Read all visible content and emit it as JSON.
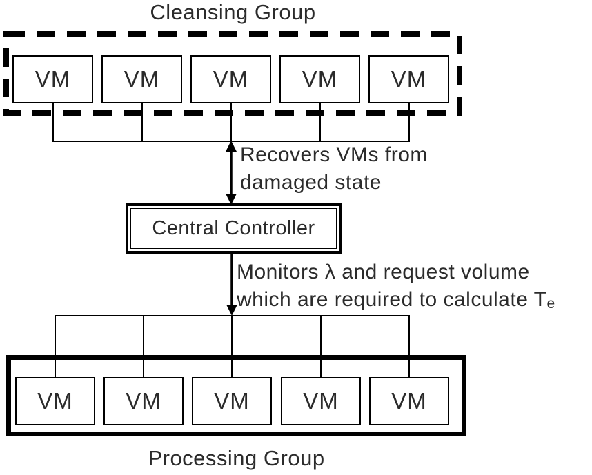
{
  "cleansing_group": {
    "title": "Cleansing Group",
    "vms": [
      "VM",
      "VM",
      "VM",
      "VM",
      "VM"
    ]
  },
  "central_controller": {
    "label": "Central Controller"
  },
  "annotations": {
    "recovers": {
      "line1": "Recovers VMs from",
      "line2": "damaged state"
    },
    "monitors": {
      "line1": "Monitors λ and request volume",
      "line2": "which are required to calculate T",
      "line2_subscript": "e"
    }
  },
  "processing_group": {
    "title": "Processing Group",
    "vms": [
      "VM",
      "VM",
      "VM",
      "VM",
      "VM"
    ]
  },
  "colors": {
    "line": "#000000",
    "text": "#2b2b2b",
    "background": "#ffffff"
  }
}
